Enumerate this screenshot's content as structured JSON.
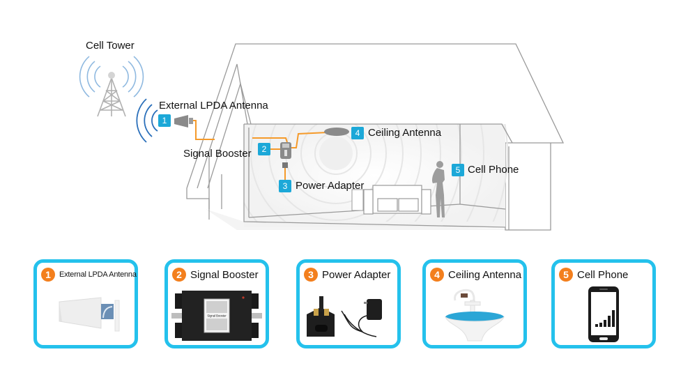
{
  "diagram": {
    "labels": {
      "cell_tower": "Cell Tower",
      "external_antenna": "External LPDA Antenna",
      "signal_booster": "Signal Booster",
      "power_adapter": "Power Adapter",
      "ceiling_antenna": "Ceiling Antenna",
      "cell_phone": "Cell Phone"
    },
    "markers": [
      "1",
      "2",
      "3",
      "4",
      "5"
    ],
    "colors": {
      "marker_bg": "#1ca8d8",
      "cable": "#f59a2a",
      "tower_waves": "#8fb9e0",
      "antenna_waves": "#2a6fba",
      "house_outline": "#9a9a9a"
    }
  },
  "cards": [
    {
      "number": "1",
      "title": "External LPDA Antenna",
      "icon": "lpda-antenna-icon"
    },
    {
      "number": "2",
      "title": "Signal Booster",
      "icon": "signal-booster-icon",
      "device_label": "Signal Booster"
    },
    {
      "number": "3",
      "title": "Power Adapter",
      "icon": "power-adapter-icon"
    },
    {
      "number": "4",
      "title": "Ceiling Antenna",
      "icon": "ceiling-antenna-icon"
    },
    {
      "number": "5",
      "title": "Cell Phone",
      "icon": "cell-phone-icon"
    }
  ],
  "card_colors": {
    "border": "#24c1ec",
    "number_bg": "#f37f1d"
  }
}
